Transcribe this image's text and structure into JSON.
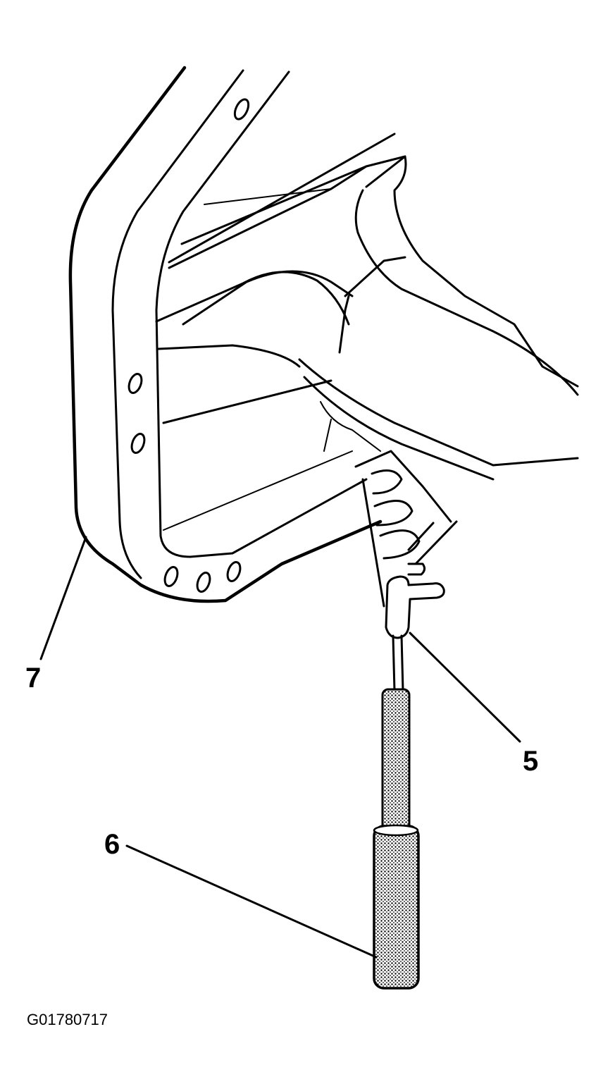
{
  "diagram": {
    "callouts": [
      {
        "id": "7",
        "label": "7"
      },
      {
        "id": "5",
        "label": "5"
      },
      {
        "id": "6",
        "label": "6"
      }
    ],
    "figure_id": "G01780717"
  }
}
